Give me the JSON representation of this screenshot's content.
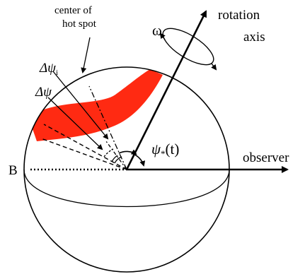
{
  "labels": {
    "center_line1": "center of",
    "center_line2": "hot spot",
    "omega": "ω",
    "rotation_line1": "rotation",
    "rotation_line2": "axis",
    "delta_psi_i_base": "Δψ",
    "delta_psi_i_sub": "i",
    "delta_psi": "Δψ",
    "psi_star": "ψ",
    "psi_star_sub": "*",
    "psi_star_arg": "(t)",
    "point_b": "B",
    "observer": "observer"
  },
  "colors": {
    "hot_spot": "#ff2a12",
    "stroke": "#000000"
  }
}
